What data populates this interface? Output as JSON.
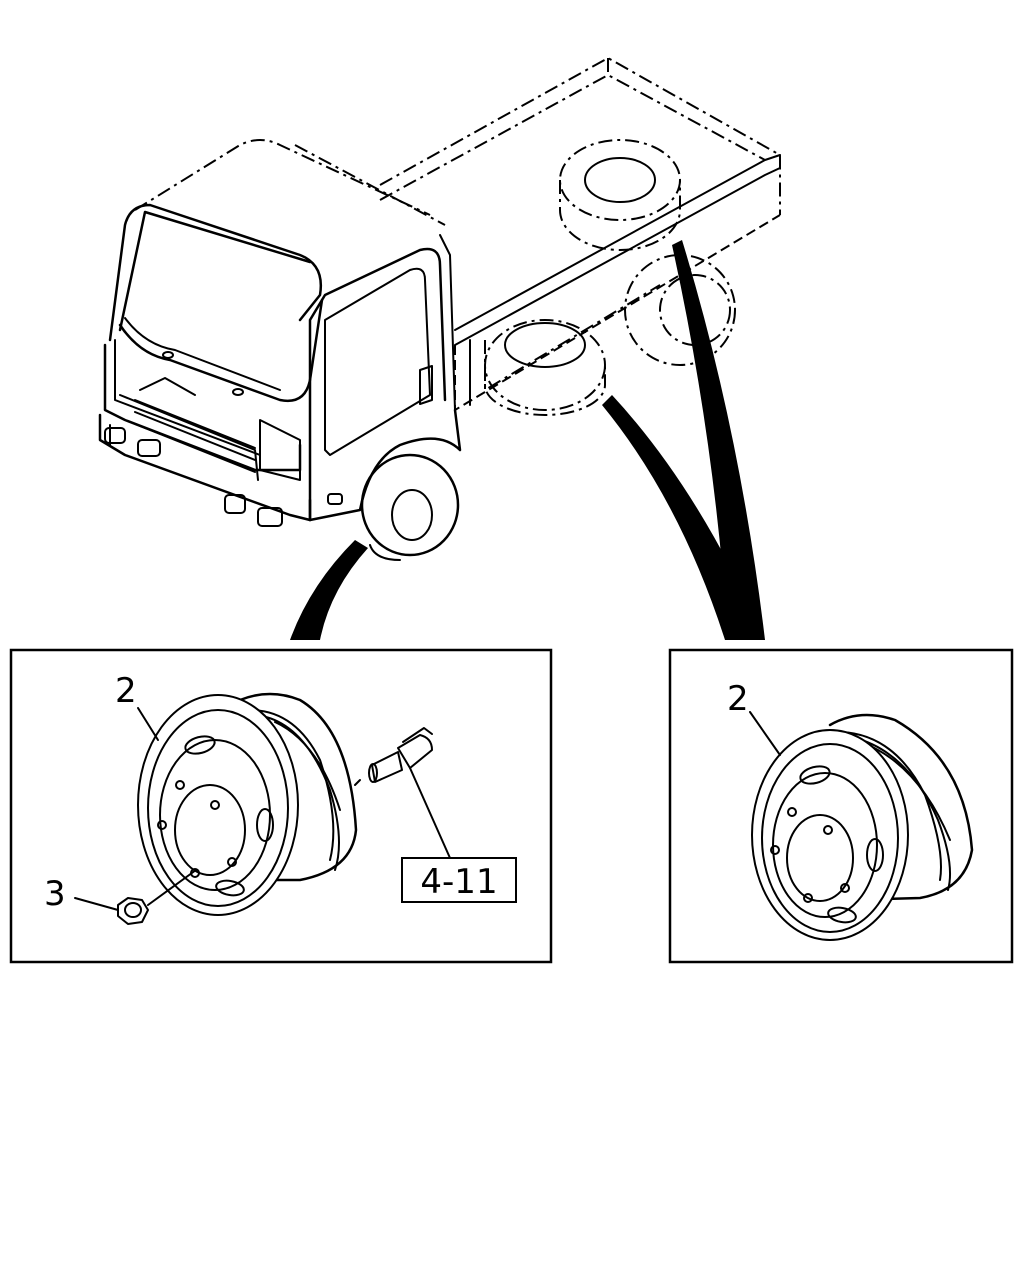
{
  "callouts": {
    "wheel_left": "2",
    "nut": "3",
    "bolt_ref": "4-11",
    "wheel_right": "2"
  },
  "colors": {
    "line": "#000000",
    "background": "#ffffff"
  }
}
